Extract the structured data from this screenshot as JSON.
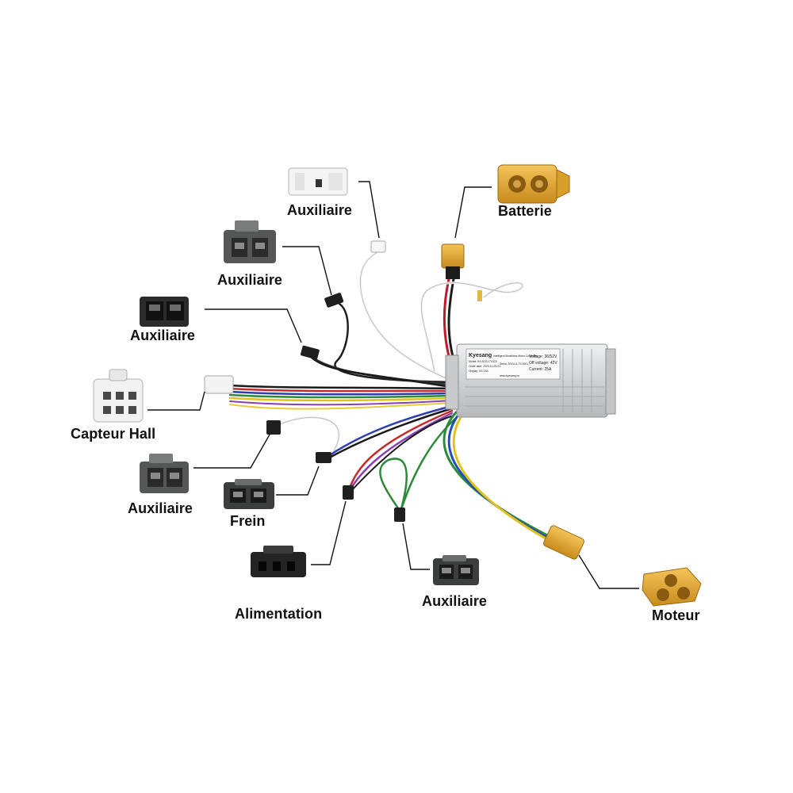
{
  "labels": {
    "aux_top": "Auxiliaire",
    "batterie": "Batterie",
    "aux_2": "Auxiliaire",
    "aux_3": "Auxiliaire",
    "capteur_hall": "Capteur Hall",
    "aux_4": "Auxiliaire",
    "frein": "Frein",
    "alimentation": "Alimentation",
    "aux_bottom": "Auxiliaire",
    "moteur": "Moteur"
  },
  "controller": {
    "brand": "Kyesang",
    "title": "Intelligent Brushless Motor Controller",
    "model": "Model: KS-S23-17V324",
    "serial": "Serial: 20VU-A-79-0001",
    "order": "Order date: 2023-11-09-01",
    "display": "Display: KS-13A",
    "website": "www.kyesang.cn",
    "voltage": "Voltage: 36/52V",
    "off_voltage": "Off voltage: 42V",
    "current": "Current: 25A"
  },
  "colors": {
    "connector_black": "#2b2b2b",
    "connector_white": "#f2f2f2",
    "connector_yellow": "#e2a42a",
    "controller_body": "#d6d8da",
    "leader_line": "#111111"
  }
}
